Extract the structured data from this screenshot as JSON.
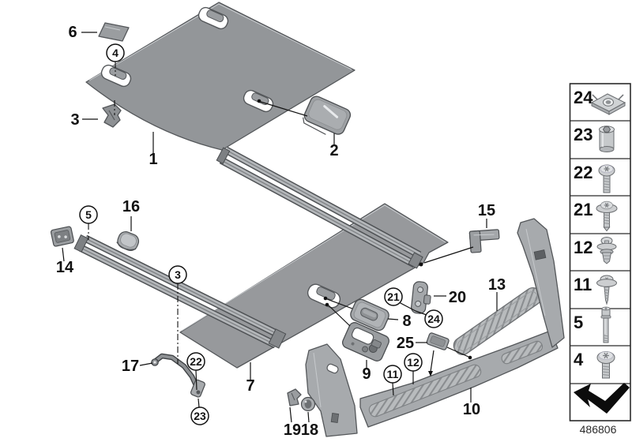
{
  "figure": {
    "doc_number": "486806"
  },
  "callouts": {
    "plain": [
      {
        "text": "6"
      },
      {
        "text": "3"
      },
      {
        "text": "1"
      },
      {
        "text": "2"
      },
      {
        "text": "16"
      },
      {
        "text": "14"
      },
      {
        "text": "17"
      },
      {
        "text": "7"
      },
      {
        "text": "15"
      },
      {
        "text": "13"
      },
      {
        "text": "20"
      },
      {
        "text": "8"
      },
      {
        "text": "25"
      },
      {
        "text": "9"
      },
      {
        "text": "10"
      },
      {
        "text": "19"
      },
      {
        "text": "18"
      }
    ],
    "circled": [
      {
        "text": "4"
      },
      {
        "text": "5"
      },
      {
        "text": "3"
      },
      {
        "text": "22"
      },
      {
        "text": "23"
      },
      {
        "text": "21"
      },
      {
        "text": "24"
      },
      {
        "text": "12"
      },
      {
        "text": "11"
      }
    ]
  },
  "legend": {
    "rows": [
      {
        "number": "24",
        "icon": "speed-nut-clip-icon"
      },
      {
        "number": "23",
        "icon": "rivet-nut-icon"
      },
      {
        "number": "22",
        "icon": "pan-head-screw-icon"
      },
      {
        "number": "21",
        "icon": "flange-head-screw-icon"
      },
      {
        "number": "12",
        "icon": "expanding-rivet-icon"
      },
      {
        "number": "11",
        "icon": "screw-rivet-icon"
      },
      {
        "number": "5",
        "icon": "shoulder-bolt-icon"
      },
      {
        "number": "4",
        "icon": "pan-head-screw-icon"
      },
      {
        "number": "",
        "icon": "direction-arrow-icon"
      }
    ]
  },
  "colors": {
    "mat": "#95989b",
    "trim": "#a7aaad",
    "outline": "#54575a",
    "tread": "#b8bbbd",
    "ink": "#111111"
  }
}
